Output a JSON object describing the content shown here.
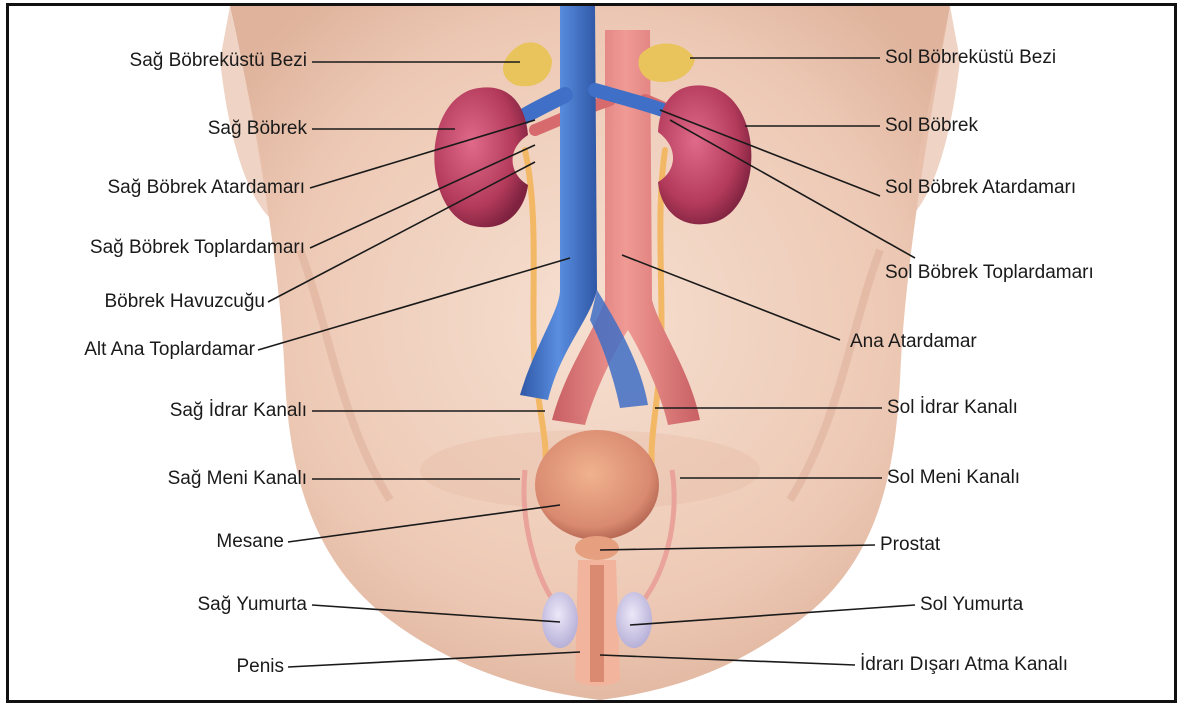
{
  "colors": {
    "skin": "#f1d2c0",
    "skin_shadow": "#dcae98",
    "kidney": "#b33a5a",
    "vein": "#3f6fc6",
    "artery": "#e07a7a",
    "ureter": "#f3b866",
    "bladder": "#d98a70",
    "adrenal": "#e9c45c",
    "testis": "#c9c3e4",
    "leader_line": "#1a1a1a"
  },
  "labels": {
    "left": [
      "Sağ Böbreküstü Bezi",
      "Sağ Böbrek",
      "Sağ Böbrek Atardamarı",
      "Sağ Böbrek Toplardamarı",
      "Böbrek Havuzcuğu",
      "Alt Ana Toplardamar",
      "Sağ İdrar Kanalı",
      "Sağ Meni Kanalı",
      "Mesane",
      "Sağ Yumurta",
      "Penis"
    ],
    "right": [
      "Sol Böbreküstü Bezi",
      "Sol Böbrek",
      "Sol Böbrek Atardamarı",
      "Sol Böbrek Toplardamarı",
      "Ana Atardamar",
      "Sol İdrar Kanalı",
      "Sol Meni Kanalı",
      "Prostat",
      "Sol Yumurta",
      "İdrarı Dışarı Atma Kanalı"
    ]
  }
}
